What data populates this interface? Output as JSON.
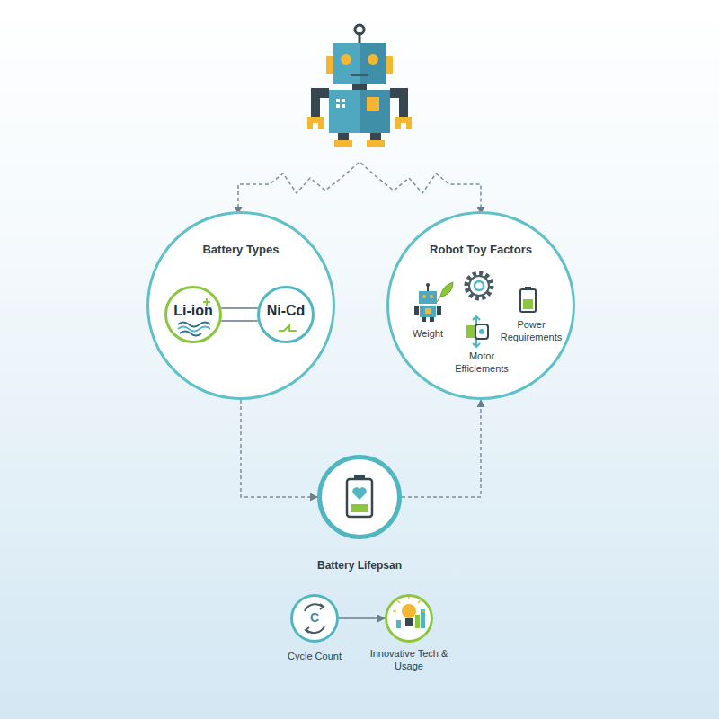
{
  "diagram": {
    "nodes": [
      {
        "text": [
          "Battery Types"
        ]
      },
      {
        "text": [
          "Li-ion"
        ],
        "in": 0
      },
      {
        "text": [
          "Ni-Cd"
        ],
        "in": 0
      },
      {
        "text": [
          "Robot Toy Factors"
        ]
      },
      {
        "text": [
          "Battery Lifepsan"
        ]
      },
      {
        "text": [
          "C",
          "Cycle Count"
        ]
      },
      {
        "text": [
          "Innovative Tech & Usage"
        ]
      }
    ],
    "edges": [
      {
        "from": 1,
        "to": 2,
        "arrow": "none"
      },
      {
        "from": 1,
        "to": 2,
        "arrow": "none"
      },
      {
        "from": 0,
        "to": 4,
        "arrow": "to"
      },
      {
        "from": 4,
        "to": 3,
        "arrow": "to"
      },
      {
        "from": 5,
        "to": 6,
        "arrow": "to"
      }
    ],
    "labels": [
      "Weight",
      "Power Requirements",
      "Motor Efficiements"
    ]
  }
}
